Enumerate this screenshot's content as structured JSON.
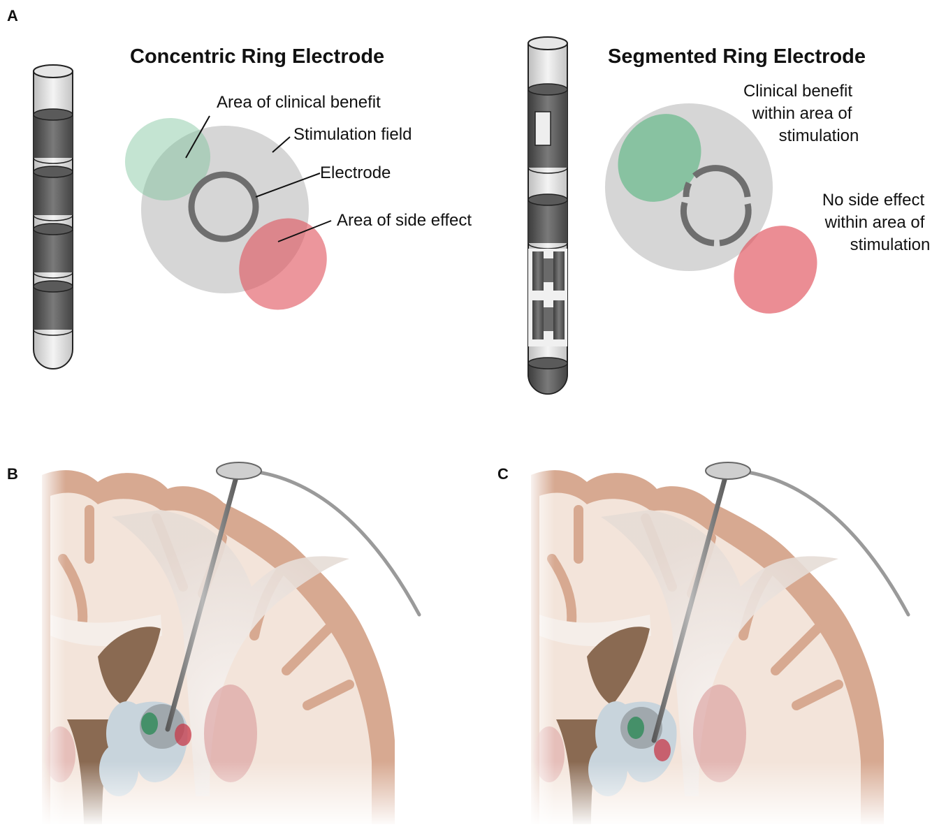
{
  "panels": {
    "a": {
      "letter": "A"
    },
    "b": {
      "letter": "B"
    },
    "c": {
      "letter": "C"
    }
  },
  "concentric": {
    "title": "Concentric Ring Electrode",
    "labels": {
      "benefit": "Area of clinical benefit",
      "field": "Stimulation field",
      "electrode": "Electrode",
      "side_effect": "Area of side effect"
    }
  },
  "segmented": {
    "title": "Segmented Ring Electrode",
    "benefit_lines": [
      "Clinical benefit",
      "within area of",
      "stimulation"
    ],
    "no_side_lines": [
      "No side effect",
      "within area of",
      "stimulation"
    ]
  },
  "colors": {
    "benefit_green": "#8cc9a6",
    "side_effect_red": "#e0505a",
    "field_gray": "#d9d9d9",
    "electrode_gray": "#707070",
    "cortex": "#d7a991",
    "white_matter": "#f3e4da",
    "ventricle": "#8a6a52",
    "nucleus_blue": "#c8d4dc"
  }
}
